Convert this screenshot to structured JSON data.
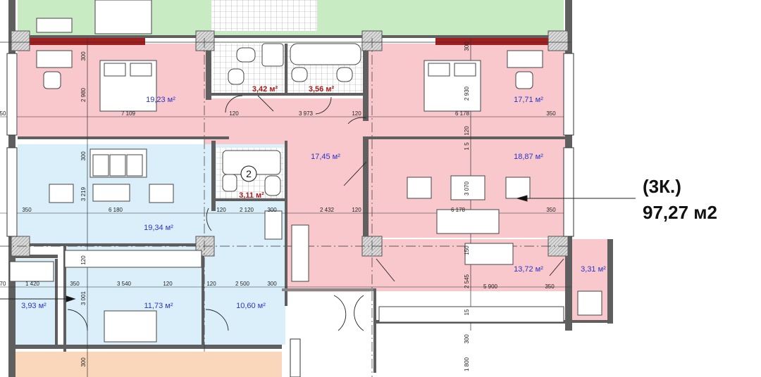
{
  "apartment": {
    "type_label": "(3К.)",
    "total_area": "97,27 м2"
  },
  "marker_number": "2",
  "room_areas": {
    "bedroom_left": "19,23 м²",
    "wc_1": "3,42 м²",
    "wc_2": "3,56 м²",
    "bedroom_right": "17,71 м²",
    "hall": "17,45 м²",
    "living": "18,87 м²",
    "bath_small": "3,11 м²",
    "blue_room": "19,34 м²",
    "kitchen_blue": "11,73 м²",
    "blue_hall": "10,60 м²",
    "blue_balcony": "3,93 м²",
    "kitchen": "13,72 м²",
    "pink_balcony": "3,31 м²"
  },
  "dimensions": {
    "d_7109": "7 109",
    "d_3973": "3 973",
    "d_120a": "120",
    "d_120b": "120",
    "d_6178a": "6 178",
    "d_350a": "350",
    "d_350b": "350",
    "d_6180": "6 180",
    "d_120c": "120",
    "d_2120": "2 120",
    "d_300a": "300",
    "d_2432": "2 432",
    "d_120d": "120",
    "d_6178b": "6 178",
    "d_350c": "350",
    "d_70": "70",
    "d_1420": "1 420",
    "d_350d": "350",
    "d_3540": "3 540",
    "d_120e": "120",
    "d_120f": "120",
    "d_2500": "2 500",
    "d_300b": "300",
    "d_5900": "5 900",
    "d_350e": "350",
    "d_50": "50",
    "v_300a": "300",
    "v_2980": "2 980",
    "v_300b": "300",
    "v_3219": "3 219",
    "v_3001": "3 001",
    "v_300c": "300",
    "v_2930": "2 930",
    "v_300d": "300",
    "v_120": "120",
    "v_1500": "1 5",
    "v_3070": "3 070",
    "v_150": "150",
    "v_2545": "2 545",
    "v_15": "15",
    "v_300e": "300",
    "v_1800": "1 800",
    "v_120b": "120"
  },
  "colors": {
    "pink": "#f8c8cc",
    "green": "#c8ebc3",
    "blue": "#dbeffa",
    "orange": "#fad6bb",
    "wall_dark": "#5f5f5f",
    "red_wall": "#a31d1d",
    "area_blue": "#2b35c9",
    "area_red": "#b01818"
  }
}
